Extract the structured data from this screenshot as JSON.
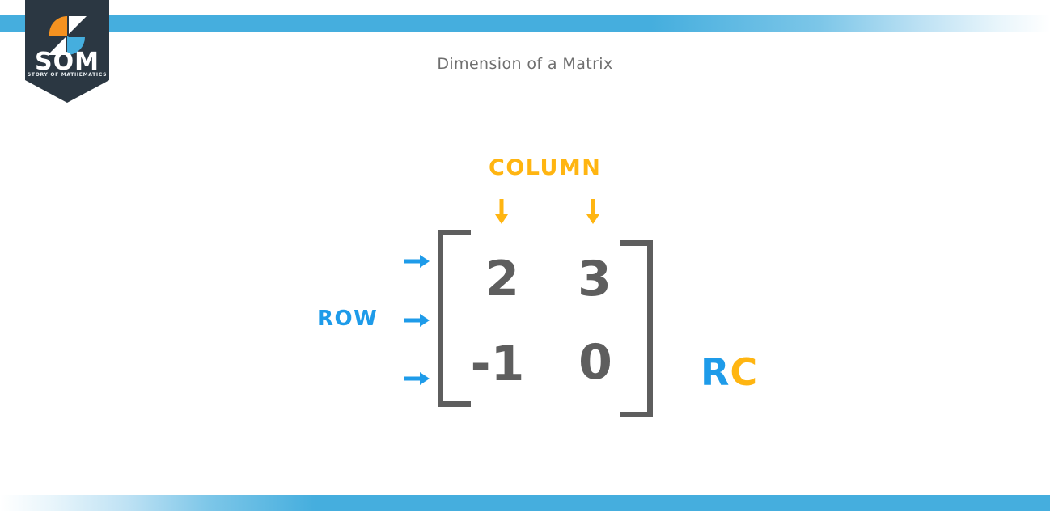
{
  "page": {
    "title": "Dimension of a Matrix",
    "background_color": "#ffffff"
  },
  "brand": {
    "name": "SOM",
    "tagline": "STORY OF MATHEMATICS",
    "banner_color": "#2b3742",
    "mark_colors": {
      "orange": "#f59220",
      "blue": "#45aede",
      "white": "#ffffff"
    }
  },
  "decor": {
    "bar_color": "#45aede",
    "top_bar_name": "top-accent-bar",
    "bottom_bar_name": "bottom-accent-bar"
  },
  "figure": {
    "column_label": "COLUMN",
    "row_label": "ROW",
    "legend": {
      "row_initial": "R",
      "column_initial": "C"
    },
    "colors": {
      "column_accent": "#ffb511",
      "row_accent": "#1e9be9",
      "matrix_ink": "#5e5e5e"
    },
    "matrix": {
      "rows": 2,
      "columns": 2,
      "values": [
        [
          "2",
          "3"
        ],
        [
          "-1",
          "0"
        ]
      ]
    },
    "column_arrows": 2,
    "row_arrows": 3
  }
}
